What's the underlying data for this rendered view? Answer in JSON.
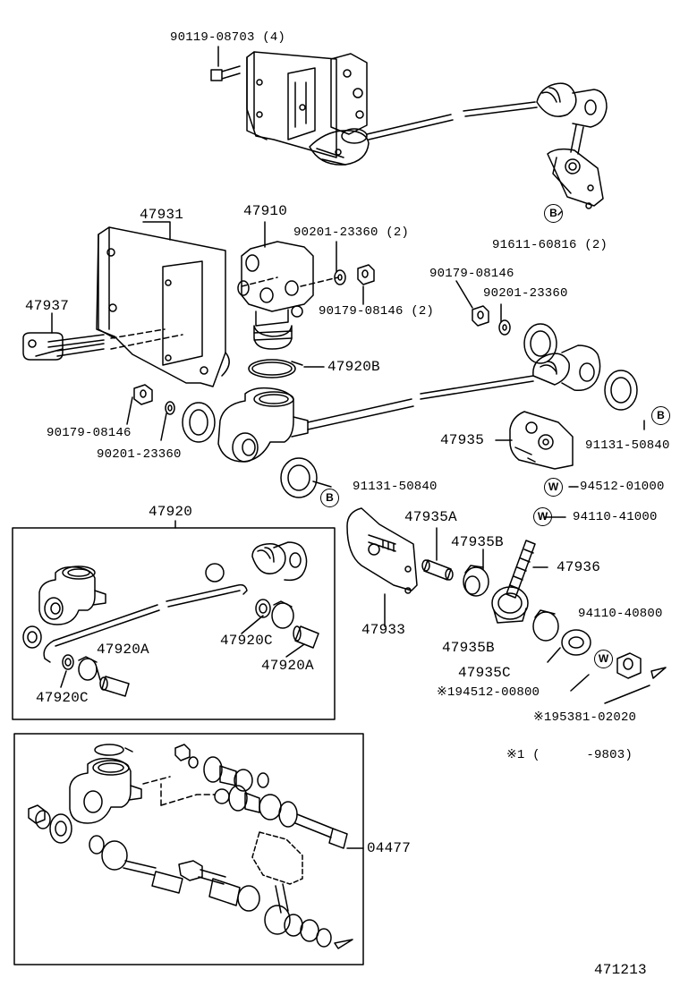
{
  "labels": {
    "top_bolt": "90119-08703 (4)",
    "top_clamp": "91611-60816 (2)",
    "bracket": "47931",
    "valve": "47910",
    "washer_a": "90201-23360 (2)",
    "nut_a": "90179-08146 (2)",
    "bolt_47937": "47937",
    "nut_b": "90179-08146",
    "washer_b": "90201-23360",
    "clip_ring": "47920B",
    "nut_c": "90179-08146",
    "washer_c": "90201-23360",
    "link_47935": "47935",
    "clamp_right": "91131-50840",
    "clamp_left": "91131-50840",
    "w_washer": "94512-01000",
    "w_nut": "94110-41000",
    "rod_kit": "47920",
    "bush_c1": "47920C",
    "bush_a1": "47920A",
    "bush_c2": "47920C",
    "bush_a2": "47920A",
    "plate": "47933",
    "collar": "47935A",
    "bush_b1": "47935B",
    "stud": "47936",
    "nut_d": "94110-40800",
    "bush_b2": "47935B",
    "bush_c3": "47935C",
    "washer_d": "※194512-00800",
    "pin": "※195381-02020",
    "note": "※1 (      -9803)",
    "kit": "04477",
    "figure_no": "471213"
  },
  "markers": {
    "b": "B",
    "w": "W"
  }
}
